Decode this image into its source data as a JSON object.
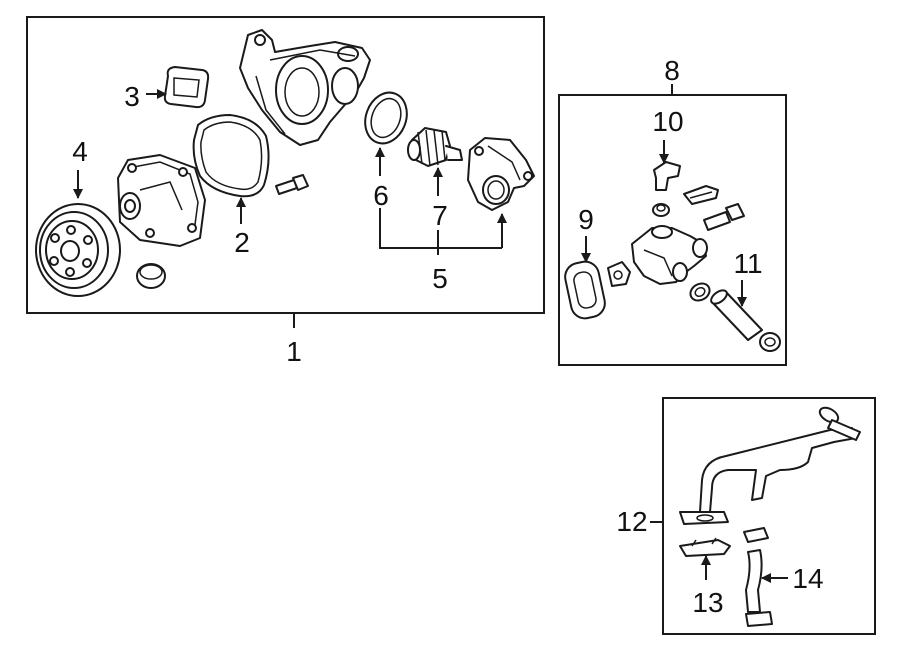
{
  "callouts": {
    "c1": "1",
    "c2": "2",
    "c3": "3",
    "c4": "4",
    "c5": "5",
    "c6": "6",
    "c7": "7",
    "c8": "8",
    "c9": "9",
    "c10": "10",
    "c11": "11",
    "c12": "12",
    "c13": "13",
    "c14": "14"
  },
  "colors": {
    "line": "#1a1a1a",
    "background": "#ffffff"
  },
  "icons": {
    "pulley": "pulley-icon",
    "pump": "water-pump-icon",
    "gasket": "gasket-icon",
    "housing": "housing-icon",
    "thermostat": "thermostat-icon",
    "hose": "hose-icon",
    "clamp": "clamp-icon",
    "pipe": "pipe-icon"
  }
}
